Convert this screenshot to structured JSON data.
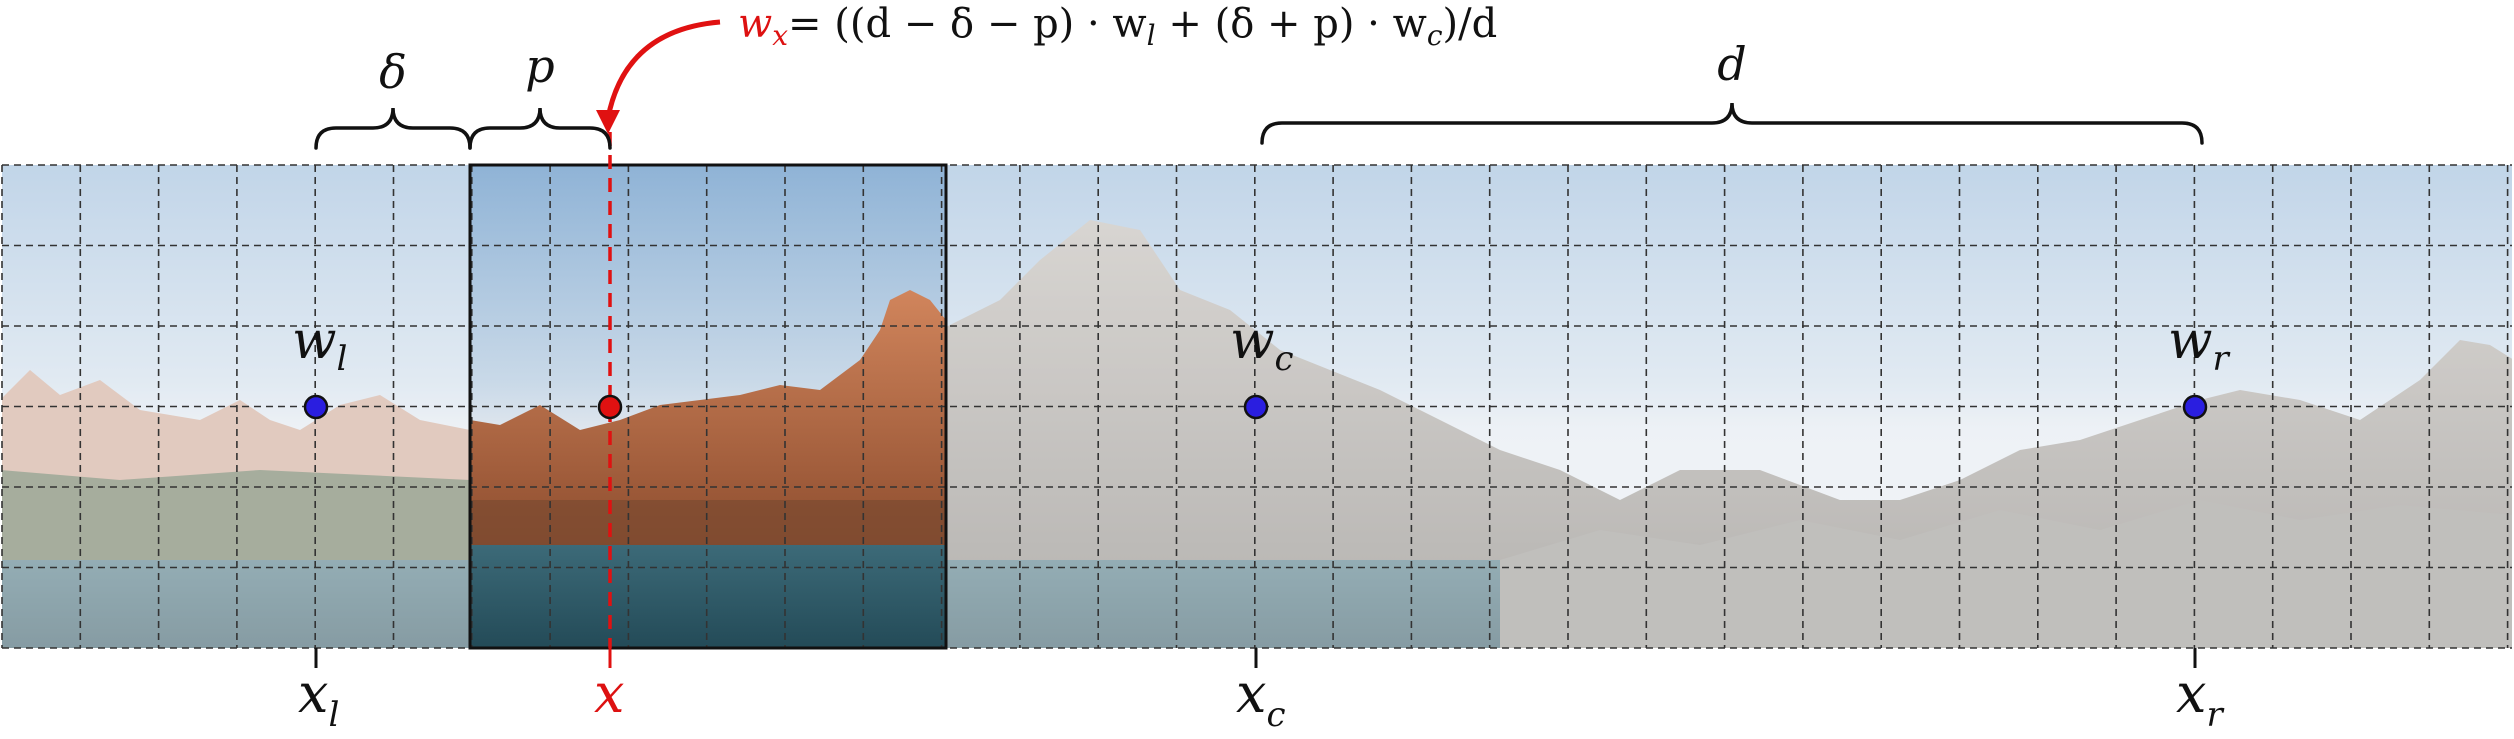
{
  "formula": {
    "lhs": "w",
    "lhs_sub": "x",
    "rhs": "= ((d − δ − p) · w",
    "rhs_sub_l": "l",
    "mid": " + (δ + p) · w",
    "rhs_sub_c": "c",
    "tail": ")/d"
  },
  "braces": {
    "delta": "δ",
    "p": "p",
    "d": "d"
  },
  "weights": {
    "wl": {
      "base": "w",
      "sub": "l"
    },
    "wc": {
      "base": "w",
      "sub": "c"
    },
    "wr": {
      "base": "w",
      "sub": "r"
    }
  },
  "positions": {
    "xl": {
      "base": "x",
      "sub": "l"
    },
    "x": {
      "base": "x"
    },
    "xc": {
      "base": "x",
      "sub": "c"
    },
    "xr": {
      "base": "x",
      "sub": "r"
    }
  },
  "colors": {
    "accent": "#dd1111",
    "point_blue": "#2a1ee0",
    "point_red": "#e01111",
    "grid": "#333333"
  }
}
